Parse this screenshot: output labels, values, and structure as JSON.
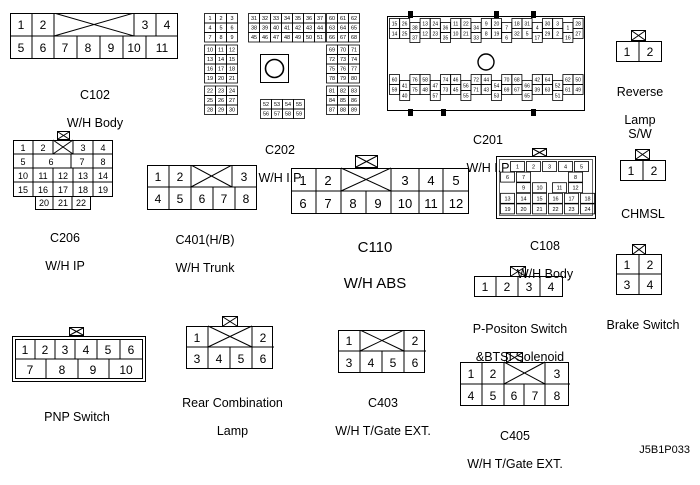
{
  "connectors": [
    {
      "id": "c102",
      "title": "C102",
      "subtitle": "W/H Body"
    },
    {
      "id": "c202",
      "title": "C202",
      "subtitle": "W/H I.P"
    },
    {
      "id": "c201",
      "title": "C201",
      "subtitle": "W/H I.P"
    },
    {
      "id": "reverse",
      "title": "Reverse",
      "subtitle": "Lamp\nS/W"
    },
    {
      "id": "c206",
      "title": "C206",
      "subtitle": "W/H IP"
    },
    {
      "id": "c401",
      "title": "C401(H/B)",
      "subtitle": "W/H Trunk"
    },
    {
      "id": "c110",
      "title": "C110",
      "subtitle": "W/H ABS"
    },
    {
      "id": "c108",
      "title": "C108",
      "subtitle": "W/H Body"
    },
    {
      "id": "chmsl",
      "title": "CHMSL",
      "subtitle": ""
    },
    {
      "id": "pposition",
      "title": "P-Positon Switch",
      "subtitle": "&BTSI Solenoid"
    },
    {
      "id": "brake",
      "title": "Brake Switch",
      "subtitle": ""
    },
    {
      "id": "pnp",
      "title": "PNP Switch",
      "subtitle": ""
    },
    {
      "id": "rearcomb",
      "title": "Rear Combination",
      "subtitle": "Lamp"
    },
    {
      "id": "c403",
      "title": "C403",
      "subtitle": "W/H T/Gate EXT."
    },
    {
      "id": "c405",
      "title": "C405",
      "subtitle": "W/H T/Gate EXT."
    }
  ],
  "pins": {
    "c102": [
      [
        "1",
        "2",
        "X",
        "3",
        "4"
      ],
      [
        "5",
        "6",
        "7",
        "8",
        "9",
        "10",
        "11"
      ]
    ],
    "c202_left": [
      "1",
      "2",
      "3",
      "4",
      "5",
      "6",
      "7",
      "8",
      "9",
      "10",
      "11",
      "12",
      "13",
      "14",
      "15",
      "16",
      "17",
      "18",
      "19",
      "20",
      "21",
      "22",
      "23",
      "24",
      "25",
      "26",
      "27",
      "28",
      "29",
      "30"
    ],
    "c202_top": [
      [
        "31",
        "32",
        "33",
        "34",
        "35",
        "36",
        "37"
      ],
      [
        "38",
        "39",
        "40",
        "41",
        "42",
        "43",
        "44"
      ],
      [
        "45",
        "46",
        "47",
        "48",
        "49",
        "50",
        "51"
      ]
    ],
    "c202_right": [
      "60",
      "61",
      "62",
      "63",
      "64",
      "65",
      "66",
      "67",
      "68",
      "69",
      "70",
      "71",
      "72",
      "73",
      "74",
      "75",
      "76",
      "77",
      "78",
      "79",
      "80",
      "81",
      "82",
      "83",
      "84",
      "85",
      "86",
      "87",
      "88",
      "89"
    ],
    "c202_bottom": [
      [
        "52",
        "53",
        "54",
        "55"
      ],
      [
        "56",
        "57",
        "58",
        "59"
      ]
    ],
    "c201_top": [
      "15",
      "14",
      "26",
      "25",
      "38",
      "37",
      "13",
      "12",
      "24",
      "23",
      "36",
      "35",
      "11",
      "10",
      "22",
      "21",
      "34",
      "33",
      "9",
      "8",
      "20",
      "19",
      "7",
      "6",
      "18",
      "32",
      "31",
      "5",
      "4",
      "17",
      "30",
      "29",
      "3",
      "2",
      "1",
      "16",
      "28",
      "27"
    ],
    "c201_bottom": [
      "60",
      "59",
      "41",
      "40",
      "76",
      "75",
      "58",
      "48",
      "47",
      "57",
      "74",
      "73",
      "46",
      "45",
      "56",
      "55",
      "72",
      "71",
      "44",
      "43",
      "54",
      "53",
      "70",
      "69",
      "68",
      "67",
      "66",
      "65",
      "42",
      "39",
      "64",
      "63",
      "52",
      "51",
      "62",
      "61",
      "50",
      "49"
    ],
    "reverse": [
      "1",
      "2"
    ],
    "c206": [
      [
        "1",
        "2",
        "X",
        "3",
        "4"
      ],
      [
        "5",
        "6",
        "7",
        "8"
      ],
      [
        "10",
        "11",
        "12",
        "13",
        "14"
      ],
      [
        "15",
        "16",
        "17",
        "18",
        "19"
      ],
      [
        "20",
        "21",
        "22"
      ]
    ],
    "c401": [
      [
        "1",
        "2",
        "X",
        "3"
      ],
      [
        "4",
        "5",
        "6",
        "7",
        "8"
      ]
    ],
    "c110": [
      [
        "1",
        "2",
        "X",
        "3",
        "4",
        "5"
      ],
      [
        "6",
        "7",
        "8",
        "9",
        "10",
        "11",
        "12"
      ]
    ],
    "c108": [
      "1",
      "2",
      "3",
      "4",
      "5",
      "6",
      "7",
      "8",
      "9",
      "10",
      "11",
      "12",
      "13",
      "14",
      "15",
      "16",
      "17",
      "18",
      "19",
      "20",
      "21",
      "22",
      "23",
      "24"
    ],
    "chmsl": [
      "1",
      "2"
    ],
    "pposition": [
      "1",
      "2",
      "3",
      "4"
    ],
    "brake": [
      "1",
      "2",
      "3",
      "4"
    ],
    "pnp": [
      [
        "1",
        "2",
        "3",
        "4",
        "5",
        "6"
      ],
      [
        "7",
        "8",
        "9",
        "10"
      ]
    ],
    "rearcomb": [
      [
        "1",
        "X",
        "2"
      ],
      [
        "3",
        "4",
        "5",
        "6"
      ]
    ],
    "c403": [
      [
        "1",
        "X",
        "2"
      ],
      [
        "3",
        "4",
        "5",
        "6"
      ]
    ],
    "c405": [
      [
        "1",
        "2",
        "X",
        "3"
      ],
      [
        "4",
        "5",
        "6",
        "7",
        "8"
      ]
    ]
  },
  "figure_code": "J5B1P033"
}
